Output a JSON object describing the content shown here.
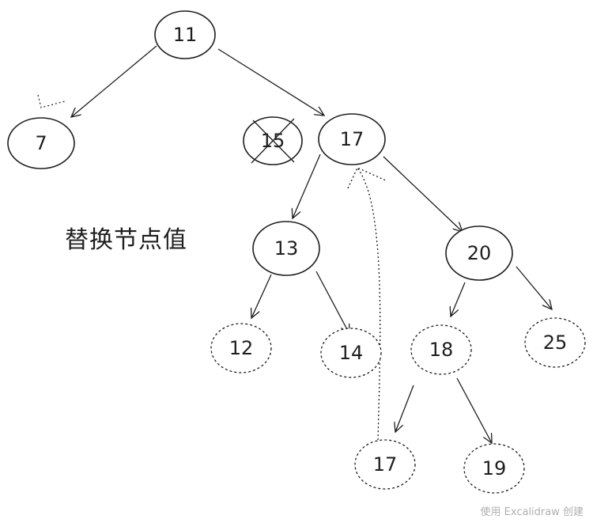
{
  "caption": "替换节点值",
  "watermark": "使用 Excalidraw 创建",
  "nodes": {
    "n11": "11",
    "n7": "7",
    "n15": "15",
    "n17": "17",
    "n13": "13",
    "n20": "20",
    "n12": "12",
    "n14": "14",
    "n18": "18",
    "n25": "25",
    "n17b": "17",
    "n19": "19"
  }
}
